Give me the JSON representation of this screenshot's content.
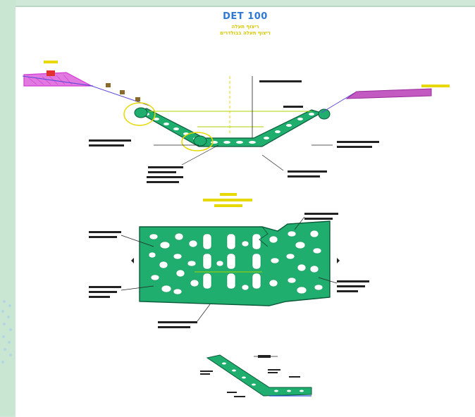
{
  "sheet": {
    "title": "DET 100",
    "subtitle_lines": [
      "ריצוף תעלה",
      "ריצוף תעלה בבולדרים"
    ]
  },
  "colors": {
    "channel_fill": "#1fae6e",
    "channel_stroke": "#0a5a3a",
    "terrain_left": "#d63bd6",
    "terrain_right": "#9a2b9a",
    "annotation_yellow": "#e6d800",
    "title_blue": "#2e78d6",
    "background": "#cfe8d8"
  },
  "icons": [
    "dot-pattern-decoration",
    "boulder-icon",
    "tree-icon"
  ]
}
